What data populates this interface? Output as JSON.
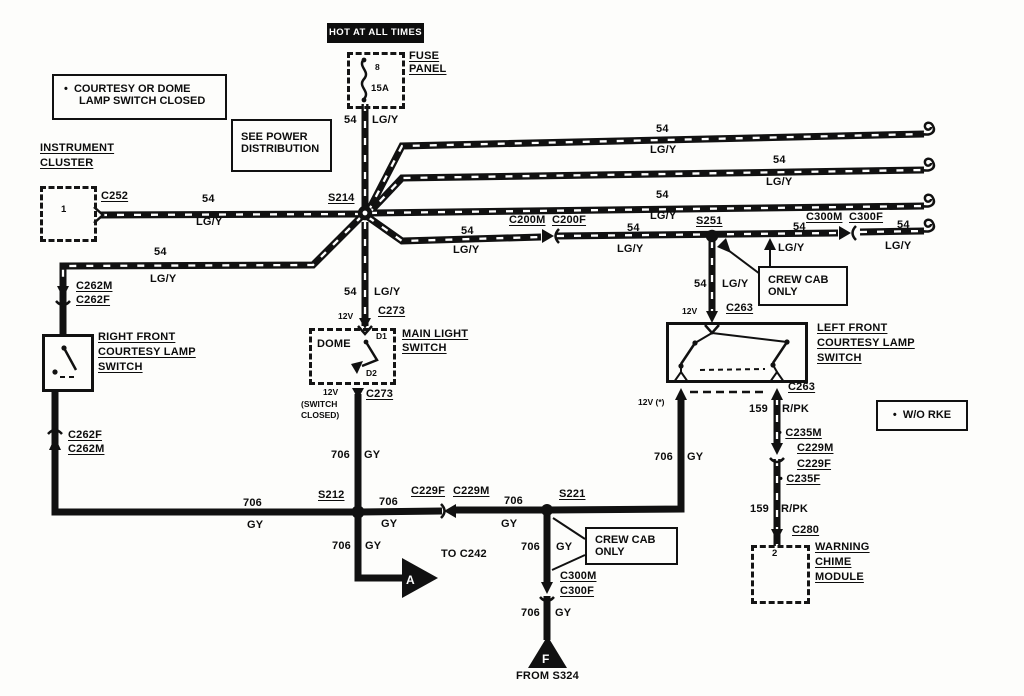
{
  "banner": {
    "text": "HOT AT ALL TIMES"
  },
  "fuse_panel": {
    "line1": "FUSE",
    "line2": "PANEL",
    "fuse_id": "8",
    "rating": "15A"
  },
  "notes": {
    "bullet": "•",
    "courtesy_line1": "COURTESY OR DOME",
    "courtesy_line2": "LAMP SWITCH CLOSED",
    "see_power_line1": "SEE POWER",
    "see_power_line2": "DISTRIBUTION",
    "crew_cab_line1": "CREW CAB",
    "crew_cab_line2": "ONLY",
    "wo_rke": "W/O RKE"
  },
  "components": {
    "instrument_cluster": {
      "line1": "INSTRUMENT",
      "line2": "CLUSTER",
      "pin": "1"
    },
    "right_front_switch": {
      "line1": "RIGHT FRONT",
      "line2": "COURTESY LAMP",
      "line3": "SWITCH"
    },
    "left_front_switch": {
      "line1": "LEFT FRONT",
      "line2": "COURTESY LAMP",
      "line3": "SWITCH"
    },
    "main_light_switch": {
      "line1": "MAIN LIGHT",
      "line2": "SWITCH",
      "dome": "DOME",
      "d1": "D1",
      "d2": "D2"
    },
    "warning_chime": {
      "line1": "WARNING",
      "line2": "CHIME",
      "line3": "MODULE",
      "pin": "2"
    }
  },
  "splices": {
    "s214": "S214",
    "s251": "S251",
    "s212": "S212",
    "s221": "S221"
  },
  "connectors": {
    "c252": "C252",
    "c200m": "C200M",
    "c200f": "C200F",
    "c300m": "C300M",
    "c300f": "C300F",
    "c262m": "C262M",
    "c262f": "C262F",
    "c273": "C273",
    "c263": "C263",
    "c229f": "C229F",
    "c229m": "C229M",
    "c235m": "C235M",
    "c235f": "C235F",
    "c280": "C280"
  },
  "wire_labels": {
    "g54": "54",
    "lgy": "LG/Y",
    "g706": "706",
    "gy": "GY",
    "g159": "159",
    "rpk": "R/PK"
  },
  "voltage": {
    "v12": "12V",
    "v12_star": "12V (*)",
    "switch_closed_1": "(SWITCH",
    "switch_closed_2": "CLOSED)"
  },
  "flow": {
    "to_c242": "TO C242",
    "from_s324": "FROM S324",
    "arrow_a": "A",
    "arrow_f": "F"
  }
}
